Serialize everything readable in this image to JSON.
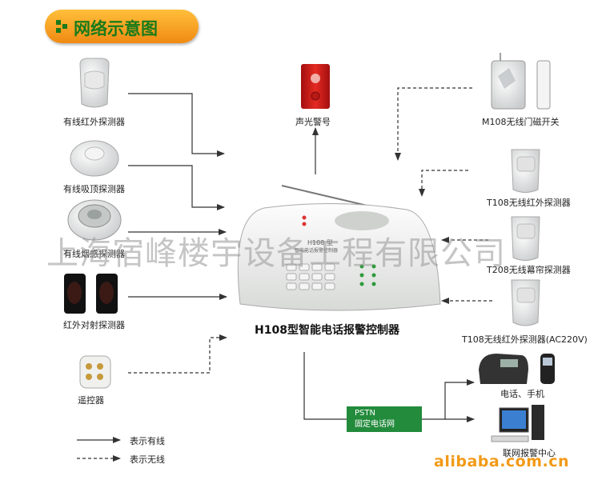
{
  "title": "网络示意图",
  "main_device_label": "H108型智能电话报警控制器",
  "device_badge": "H108 型",
  "device_badge_sub": "智能电话报警控制器",
  "watermark": "上海宿峰楼宇设备工程有限公司",
  "left_devices": [
    {
      "label": "有线红外探测器"
    },
    {
      "label": "有线吸顶探测器"
    },
    {
      "label": "有线烟感探测器"
    },
    {
      "label": "红外对射探测器"
    },
    {
      "label": "遥控器"
    }
  ],
  "top_device": {
    "label": "声光警号"
  },
  "right_devices": [
    {
      "label": "M108无线门磁开关"
    },
    {
      "label": "T108无线红外探测器"
    },
    {
      "label": "T208无线幕帘探测器"
    },
    {
      "label": "T108无线红外探测器(AC220V)"
    }
  ],
  "outputs": {
    "phone_label": "电话、手机",
    "center_label": "联网报警中心"
  },
  "pstn": {
    "line1": "PSTN",
    "line2": "固定电话网"
  },
  "legend": {
    "wired": "表示有线",
    "wireless": "表示无线"
  },
  "site_brand": "alibaba.com.cn",
  "colors": {
    "title_bg": "#f59a1c",
    "title_text": "#1a7a1a",
    "pstn_bg": "#238b3c",
    "brand": "#f29a17"
  }
}
